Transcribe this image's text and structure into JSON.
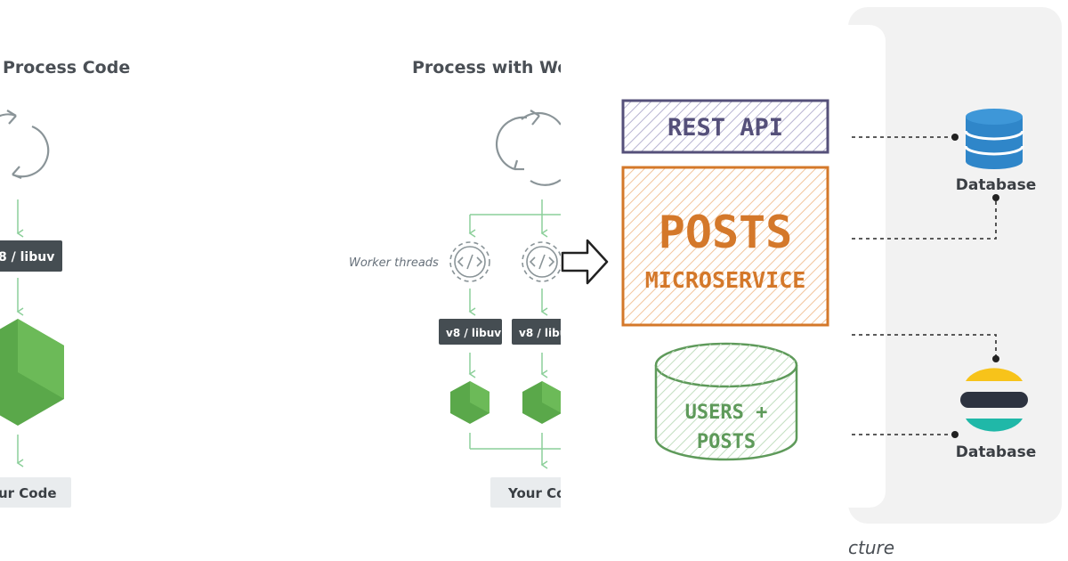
{
  "left": {
    "title_single": "Process Code",
    "title_worker": "Process with Wo",
    "chip_single": "8 / libuv",
    "chip_worker_1": "v8 / libuv",
    "chip_worker_2": "v8 / libu",
    "worker_label": "Worker threads",
    "code_single": "ur Code",
    "code_worker": "Your Co",
    "colors": {
      "arrow": "#8ccf9a",
      "chip": "#454d52",
      "node": "#5aa84a",
      "gear": "#8a9498",
      "code_bg": "#e9ecee"
    }
  },
  "middle": {
    "rest_api": "REST API",
    "posts": "POSTS",
    "microservice": "MICROSERVICE",
    "db_line1": "USERS +",
    "db_line2": "POSTS",
    "colors": {
      "rest": "#55507a",
      "posts": "#d4782a",
      "db": "#5e9a5a"
    }
  },
  "right": {
    "db_label_top": "Database",
    "db_label_bottom": "Database",
    "caption": "cture",
    "colors": {
      "db_blue": "#2f86c9",
      "elastic_yellow": "#f7c31a",
      "elastic_dark": "#2d3340",
      "elastic_teal": "#20b8a8",
      "bg": "#f2f2f2"
    }
  }
}
